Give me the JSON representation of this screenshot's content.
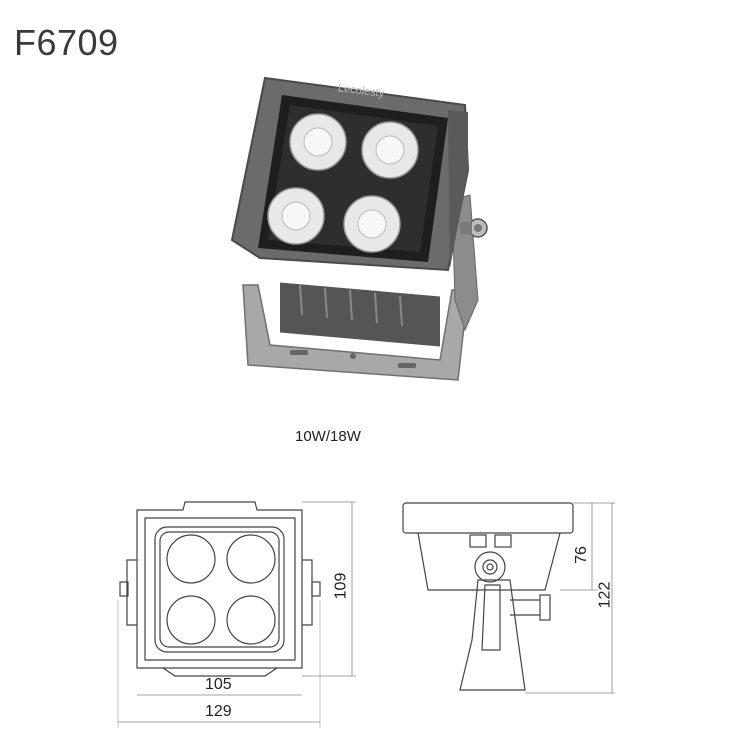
{
  "header": {
    "model": "F6709"
  },
  "photo": {
    "brand": "Lecolesty"
  },
  "specs": {
    "power": "10W/18W"
  },
  "dimensions": {
    "inner_width": "105",
    "outer_width": "129",
    "front_height": "109",
    "side_body_height": "76",
    "side_total_height": "122"
  },
  "colors": {
    "housing": "#6b6b6b",
    "lens_panel": "#2a2a2a",
    "bracket": "#9a9a9a",
    "line": "#444444"
  }
}
